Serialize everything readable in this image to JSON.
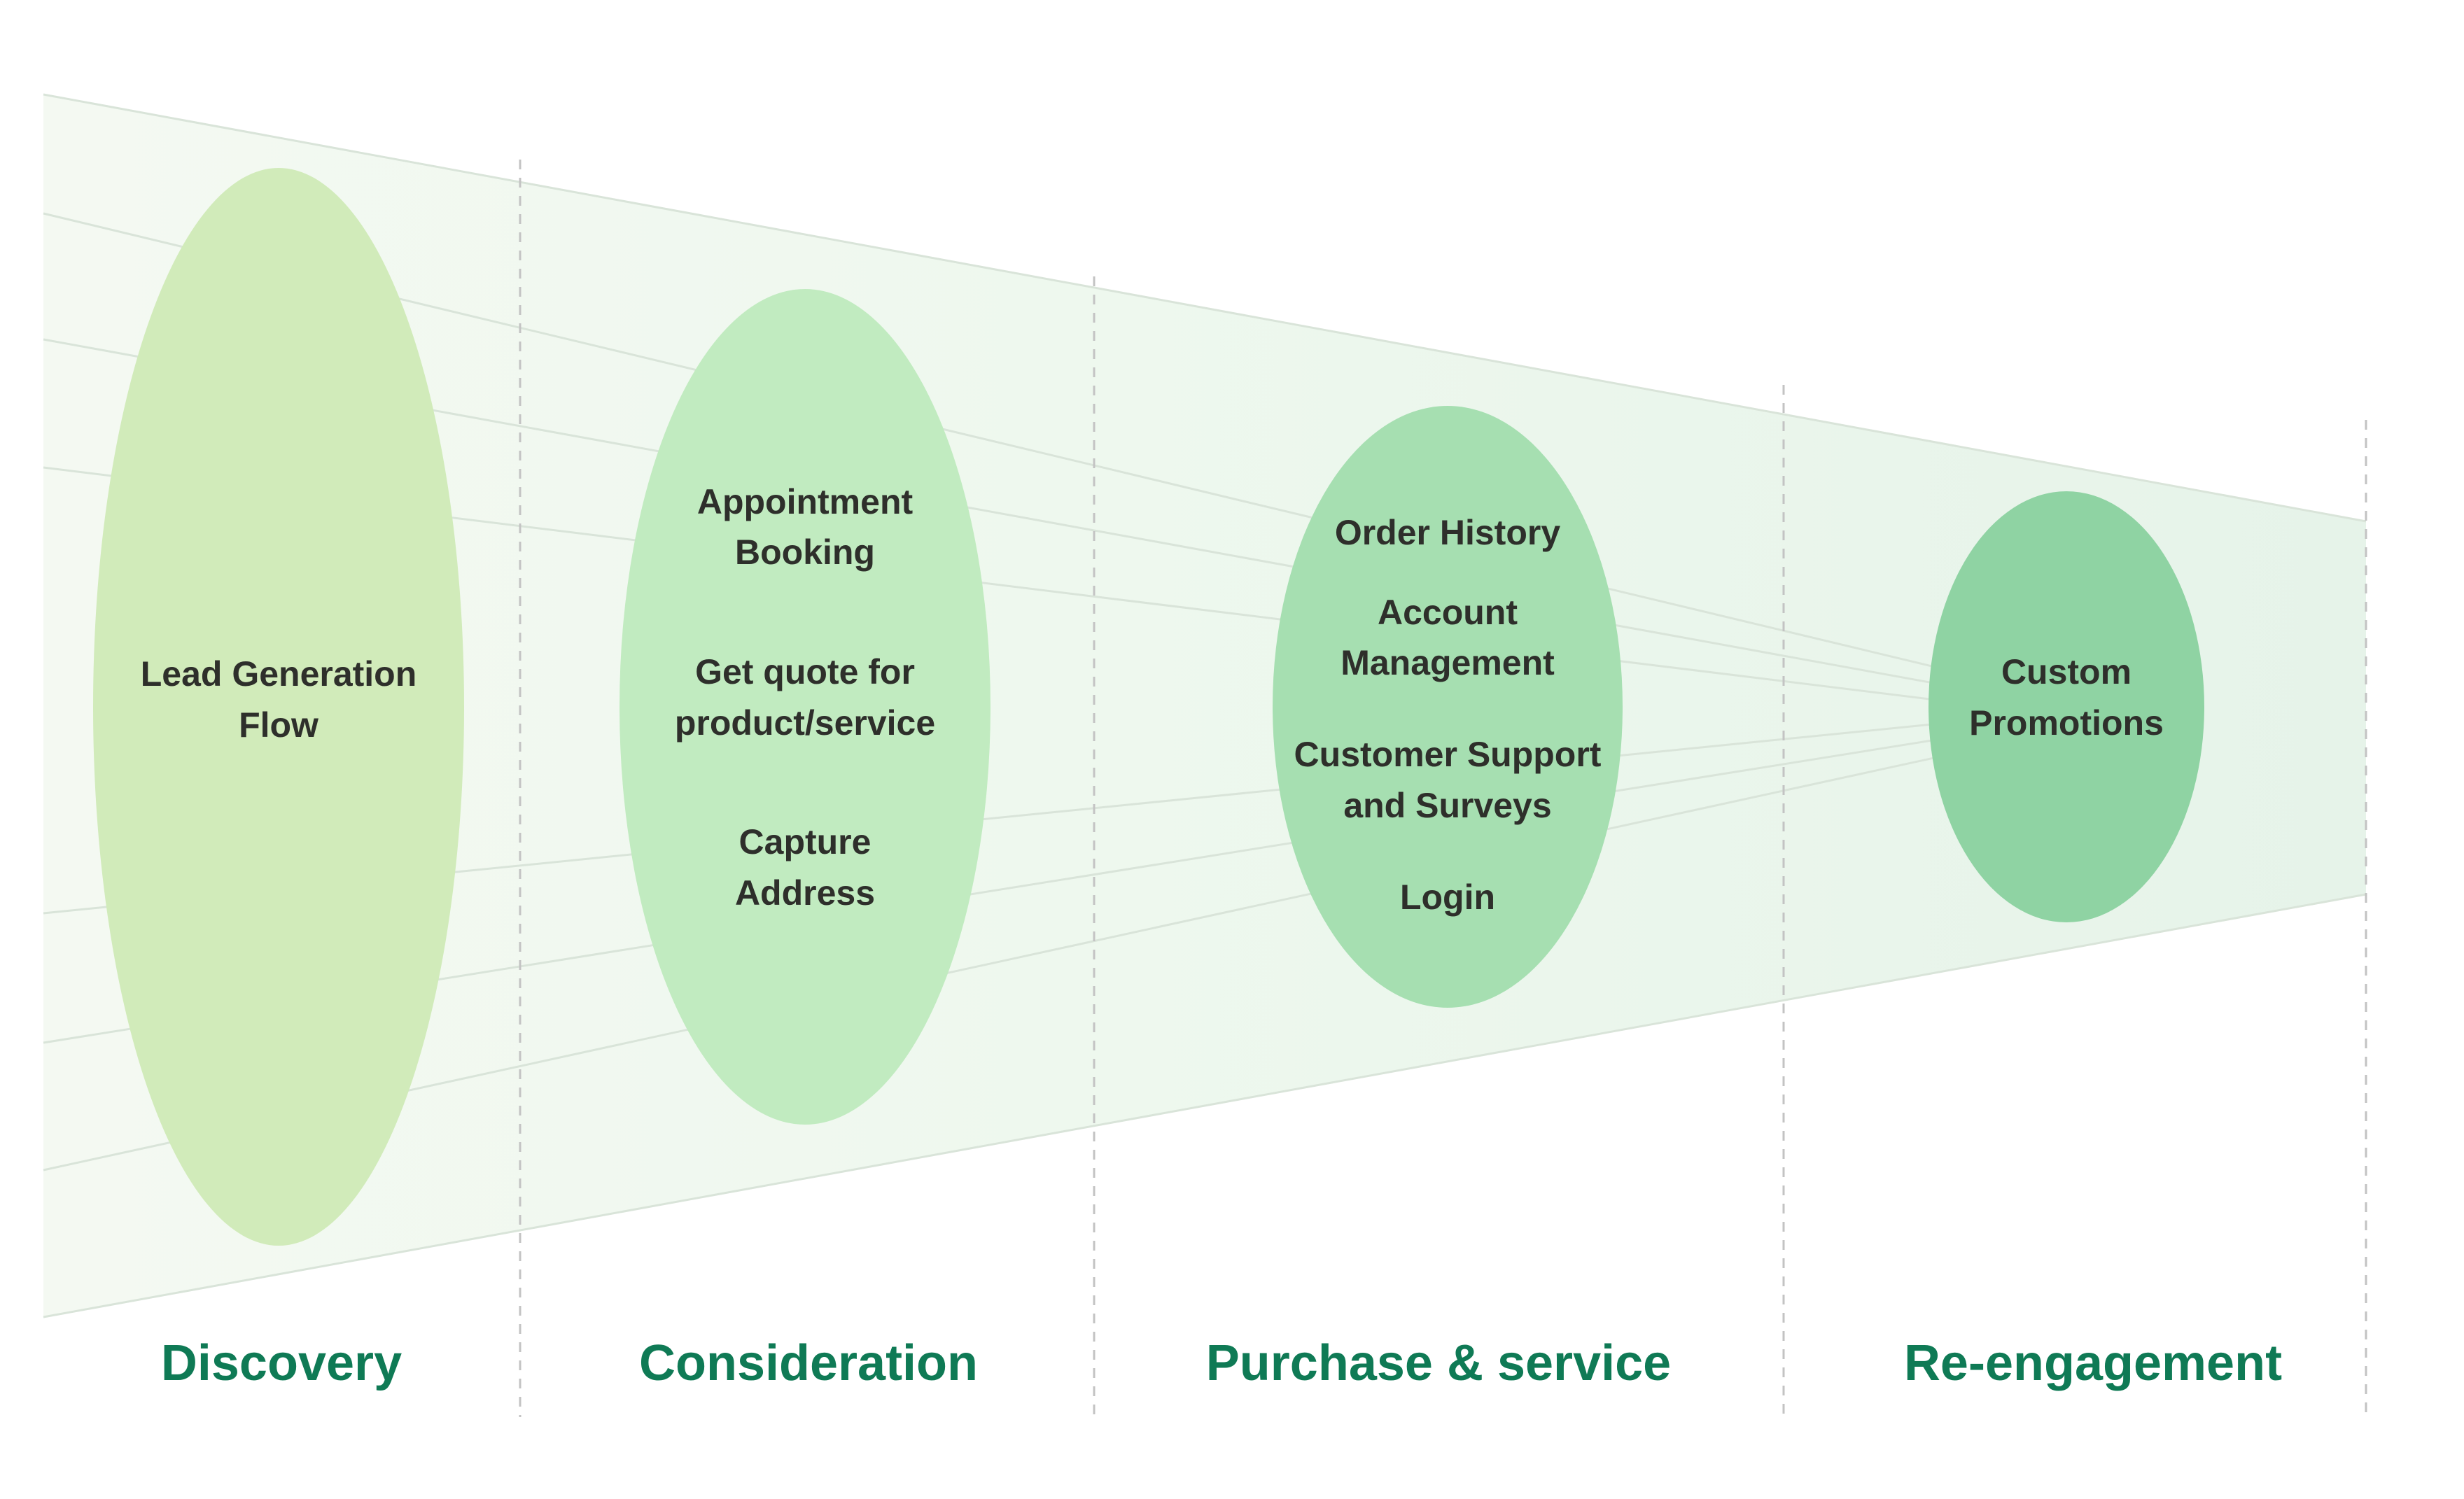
{
  "colors": {
    "phase_label": "#0f7a55",
    "stage_text": "#2e2f2b",
    "funnel_fill": "#eef7ea",
    "ellipse_discovery": "#d1ebba",
    "ellipse_consideration": "#c1ebc0",
    "ellipse_purchase": "#a6dfb1",
    "ellipse_reengagement": "#8fd3a3",
    "divider": "#c3c3c3"
  },
  "phases": [
    {
      "label": "Discovery",
      "items": [
        {
          "lines": [
            "Lead Generation",
            "Flow"
          ]
        }
      ]
    },
    {
      "label": "Consideration",
      "items": [
        {
          "lines": [
            "Appointment",
            "Booking"
          ]
        },
        {
          "lines": [
            "Get quote for",
            "product/service"
          ]
        },
        {
          "lines": [
            "Capture",
            "Address"
          ]
        }
      ]
    },
    {
      "label": "Purchase & service",
      "items": [
        {
          "lines": [
            "Order History"
          ]
        },
        {
          "lines": [
            "Account",
            "Management"
          ]
        },
        {
          "lines": [
            "Customer Support",
            "and Surveys"
          ]
        },
        {
          "lines": [
            "Login"
          ]
        }
      ]
    },
    {
      "label": "Re-engagement",
      "items": [
        {
          "lines": [
            "Custom",
            "Promotions"
          ]
        }
      ]
    }
  ]
}
